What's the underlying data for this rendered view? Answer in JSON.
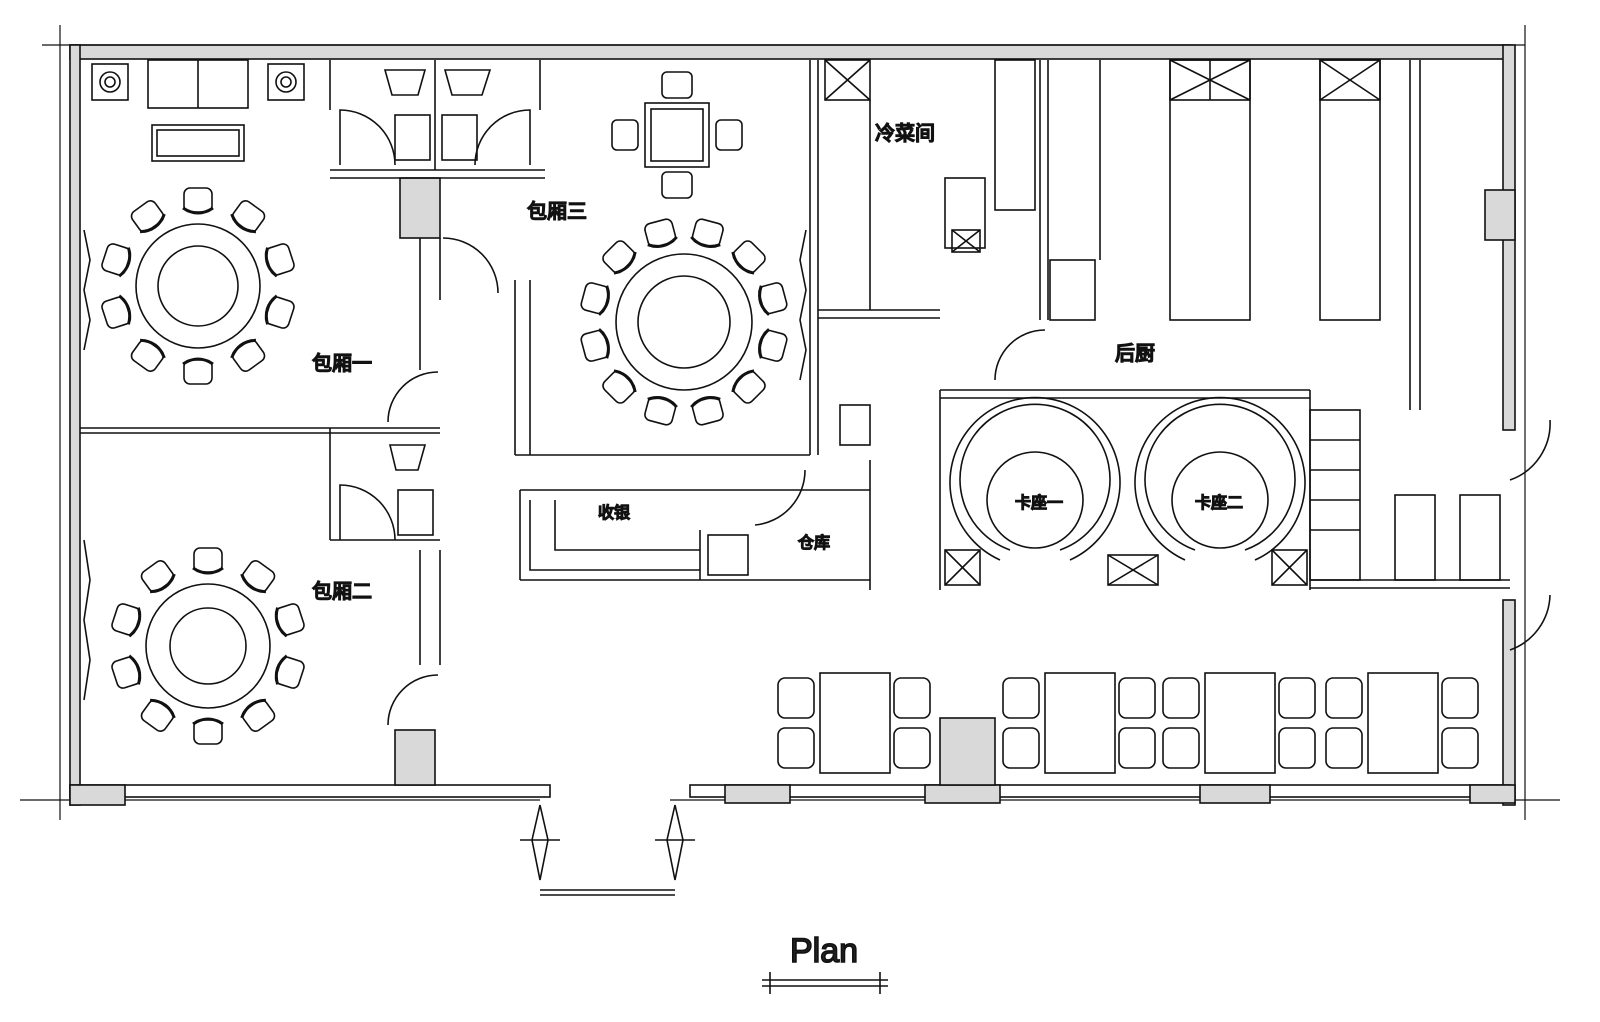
{
  "rooms": {
    "private_room_1": "包厢一",
    "private_room_2": "包厢二",
    "private_room_3": "包厢三",
    "cold_dish_room": "冷菜间",
    "back_kitchen": "后厨",
    "cashier": "收银",
    "storage": "仓库",
    "booth_1": "卡座一",
    "booth_2": "卡座二"
  },
  "title": "Plan",
  "colors": {
    "line": "#111111",
    "wall_fill": "#d9d9d9",
    "background": "#ffffff"
  }
}
